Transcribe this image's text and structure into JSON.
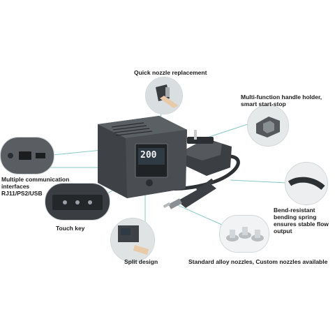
{
  "labels": {
    "quick_nozzle": "Quick nozzle replacement",
    "handle_holder": "Multi-function handle holder,\nsmart start-stop",
    "comm_interfaces": "Multiple communication\ninterfaces\nRJ11/PS2/USB",
    "touch_key": "Touch key",
    "split_design": "Split design",
    "spring": "Bend-resistant\nbending spring\nensures stable flow\noutput",
    "nozzles": "Standard alloy nozzles, Custom nozzles available"
  },
  "display": {
    "temperature": "200"
  },
  "colors": {
    "accent_line": "#86c9c5",
    "body": "#474b4f",
    "label": "#1b1b1b"
  }
}
